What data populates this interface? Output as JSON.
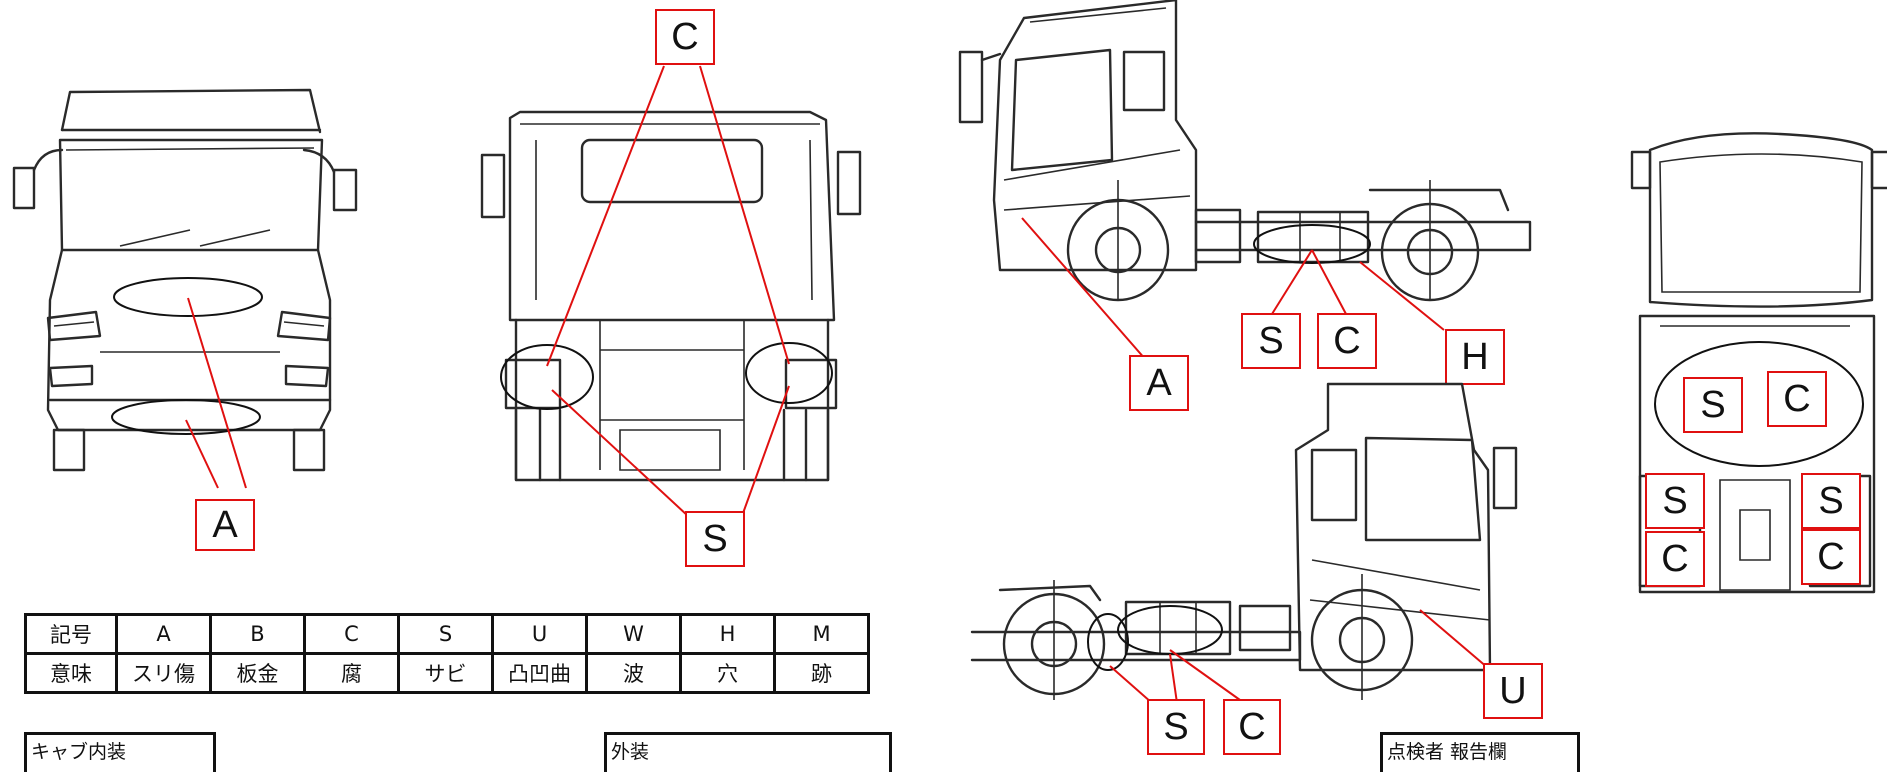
{
  "labels": {
    "front_a": "A",
    "rear_c": "C",
    "rear_s": "S",
    "side_right_a": "A",
    "side_right_s": "S",
    "side_right_c": "C",
    "side_right_h": "H",
    "side_left_s": "S",
    "side_left_c": "C",
    "side_left_u": "U",
    "top_s1": "S",
    "top_c1": "C",
    "top_s2": "S",
    "top_s3": "S",
    "top_c2": "C",
    "top_c3": "C"
  },
  "legend": {
    "symbol_header": "記号",
    "meaning_header": "意味",
    "symbols": [
      "A",
      "B",
      "C",
      "S",
      "U",
      "W",
      "H",
      "M"
    ],
    "meanings": [
      "スリ傷",
      "板金",
      "腐",
      "サビ",
      "凸凹曲",
      "波",
      "穴",
      "跡"
    ]
  },
  "bottom_boxes": {
    "box1": "キャブ内装",
    "box2": "外装",
    "box3": "点検者 報告欄"
  },
  "colors": {
    "annotation": "#e01010",
    "line": "#2a2a2a"
  }
}
